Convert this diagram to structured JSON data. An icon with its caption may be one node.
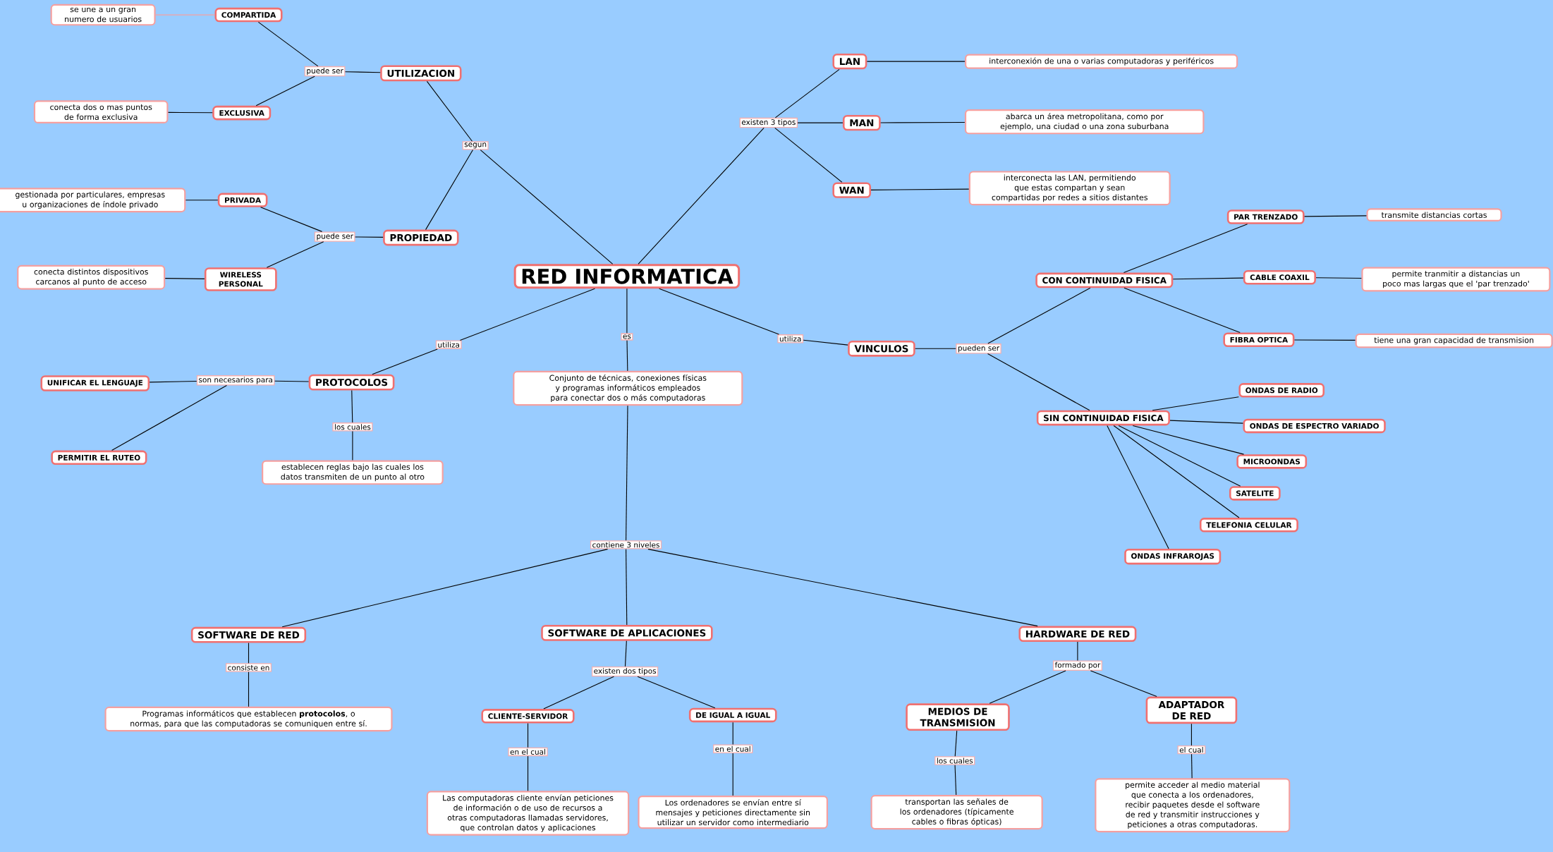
{
  "diagram": {
    "nodes": [
      {
        "text": [
          "RED INFORMATICA"
        ]
      },
      {
        "text": [
          "segun"
        ]
      },
      {
        "text": [
          "UTILIZACION"
        ]
      },
      {
        "text": [
          "puede ser"
        ]
      },
      {
        "text": [
          "COMPARTIDA"
        ]
      },
      {
        "text": [
          "se une a un gran numero de usuarios"
        ]
      },
      {
        "text": [
          "EXCLUSIVA"
        ]
      },
      {
        "text": [
          "conecta dos o mas puntos de forma exclusiva"
        ]
      },
      {
        "text": [
          "PROPIEDAD"
        ]
      },
      {
        "text": [
          "puede ser"
        ]
      },
      {
        "text": [
          "PRIVADA"
        ]
      },
      {
        "text": [
          "gestionada por particulares, empresas u organizaciones de índole privado"
        ]
      },
      {
        "text": [
          "WIRELESS PERSONAL"
        ]
      },
      {
        "text": [
          "conecta distintos dispositivos carcanos al punto de acceso"
        ]
      },
      {
        "text": [
          "utiliza"
        ]
      },
      {
        "text": [
          "PROTOCOLOS"
        ]
      },
      {
        "text": [
          "son necesarios para"
        ]
      },
      {
        "text": [
          "UNIFICAR EL LENGUAJE"
        ]
      },
      {
        "text": [
          "PERMITIR EL RUTEO"
        ]
      },
      {
        "text": [
          "los cuales"
        ]
      },
      {
        "text": [
          "establecen reglas bajo las cuales los datos transmiten de un punto al otro"
        ]
      },
      {
        "text": [
          "es"
        ]
      },
      {
        "text": [
          "Conjunto de técnicas, conexiones físicas y programas informáticos empleados para conectar dos o más computadoras"
        ]
      },
      {
        "text": [
          "existen 3 tipos"
        ]
      },
      {
        "text": [
          "LAN"
        ]
      },
      {
        "text": [
          "interconexión de una o varias computadoras y periféricos"
        ]
      },
      {
        "text": [
          "MAN"
        ]
      },
      {
        "text": [
          "abarca un área metropolitana, como por ejemplo, una ciudad o una zona suburbana"
        ]
      },
      {
        "text": [
          "WAN"
        ]
      },
      {
        "text": [
          "interconecta las LAN, permitiendo que estas compartan y sean compartidas por redes a sitios distantes"
        ]
      },
      {
        "text": [
          "utiliza"
        ]
      },
      {
        "text": [
          "VINCULOS"
        ]
      },
      {
        "text": [
          "pueden ser"
        ]
      },
      {
        "text": [
          "CON CONTINUIDAD FISICA"
        ]
      },
      {
        "text": [
          "PAR TRENZADO"
        ]
      },
      {
        "text": [
          "transmite distancias cortas"
        ]
      },
      {
        "text": [
          "CABLE COAXIL"
        ]
      },
      {
        "text": [
          "permite tranmitir a distancias un poco mas largas que el 'par trenzado'"
        ]
      },
      {
        "text": [
          "FIBRA OPTICA"
        ]
      },
      {
        "text": [
          "tiene una gran capacidad de transmision"
        ]
      },
      {
        "text": [
          "SIN CONTINUIDAD FISICA"
        ]
      },
      {
        "text": [
          "ONDAS DE RADIO"
        ]
      },
      {
        "text": [
          "ONDAS DE ESPECTRO VARIADO"
        ]
      },
      {
        "text": [
          "MICROONDAS"
        ]
      },
      {
        "text": [
          "SATELITE"
        ]
      },
      {
        "text": [
          "TELEFONIA CELULAR"
        ]
      },
      {
        "text": [
          "ONDAS INFRAROJAS"
        ]
      },
      {
        "text": [
          "contiene 3 niveles"
        ]
      },
      {
        "text": [
          "SOFTWARE DE RED"
        ]
      },
      {
        "text": [
          "consiste en"
        ]
      },
      {
        "text": [
          "Programas informáticos que establecen **protocolos**, o normas, para que las computadoras se comuniquen entre sí."
        ]
      },
      {
        "text": [
          "SOFTWARE DE APLICACIONES"
        ]
      },
      {
        "text": [
          "existen dos tipos"
        ]
      },
      {
        "text": [
          "CLIENTE-SERVIDOR"
        ]
      },
      {
        "text": [
          "en el cual"
        ]
      },
      {
        "text": [
          "Las computadoras cliente envían peticiones de información o de uso de recursos a otras computadoras llamadas servidores, que controlan datos y aplicaciones"
        ]
      },
      {
        "text": [
          "DE IGUAL A IGUAL"
        ]
      },
      {
        "text": [
          "en el cual"
        ]
      },
      {
        "text": [
          "Los ordenadores se envían entre sí mensajes y peticiones directamente sin utilizar un servidor como intermediario"
        ]
      },
      {
        "text": [
          "HARDWARE DE RED"
        ]
      },
      {
        "text": [
          "formado por"
        ]
      },
      {
        "text": [
          "MEDIOS DE TRANSMISION"
        ]
      },
      {
        "text": [
          "los cuales"
        ]
      },
      {
        "text": [
          "transportan las señales de los ordenadores (típicamente cables o fibras ópticas)"
        ]
      },
      {
        "text": [
          "ADAPTADOR DE RED"
        ]
      },
      {
        "text": [
          "el cual"
        ]
      },
      {
        "text": [
          "permite acceder al medio material que conecta a los ordenadores, recibir paquetes desde el software de red y transmitir instrucciones y peticiones a otras computadoras."
        ]
      }
    ],
    "edges": [
      {
        "from": 0,
        "to": 1,
        "arrow": "none"
      },
      {
        "from": 1,
        "to": 2,
        "arrow": "none"
      },
      {
        "from": 1,
        "to": 8,
        "arrow": "none"
      },
      {
        "from": 2,
        "to": 3,
        "arrow": "none"
      },
      {
        "from": 3,
        "to": 4,
        "arrow": "none"
      },
      {
        "from": 3,
        "to": 6,
        "arrow": "none"
      },
      {
        "from": 4,
        "to": 5,
        "arrow": "none",
        "color": "#f4a0a0"
      },
      {
        "from": 6,
        "to": 7,
        "arrow": "none"
      },
      {
        "from": 8,
        "to": 9,
        "arrow": "none"
      },
      {
        "from": 9,
        "to": 10,
        "arrow": "none"
      },
      {
        "from": 9,
        "to": 12,
        "arrow": "none"
      },
      {
        "from": 10,
        "to": 11,
        "arrow": "none"
      },
      {
        "from": 12,
        "to": 13,
        "arrow": "none"
      },
      {
        "from": 0,
        "to": 14,
        "arrow": "none"
      },
      {
        "from": 14,
        "to": 15,
        "arrow": "none"
      },
      {
        "from": 15,
        "to": 16,
        "arrow": "none"
      },
      {
        "from": 16,
        "to": 17,
        "arrow": "none"
      },
      {
        "from": 16,
        "to": 18,
        "arrow": "none"
      },
      {
        "from": 15,
        "to": 19,
        "arrow": "none"
      },
      {
        "from": 19,
        "to": 20,
        "arrow": "none"
      },
      {
        "from": 0,
        "to": 21,
        "arrow": "none"
      },
      {
        "from": 21,
        "to": 22,
        "arrow": "none"
      },
      {
        "from": 0,
        "to": 23,
        "arrow": "none"
      },
      {
        "from": 23,
        "to": 24,
        "arrow": "none"
      },
      {
        "from": 23,
        "to": 26,
        "arrow": "none"
      },
      {
        "from": 23,
        "to": 28,
        "arrow": "none"
      },
      {
        "from": 24,
        "to": 25,
        "arrow": "none"
      },
      {
        "from": 26,
        "to": 27,
        "arrow": "none"
      },
      {
        "from": 28,
        "to": 29,
        "arrow": "none"
      },
      {
        "from": 0,
        "to": 30,
        "arrow": "none"
      },
      {
        "from": 30,
        "to": 31,
        "arrow": "none"
      },
      {
        "from": 31,
        "to": 32,
        "arrow": "none"
      },
      {
        "from": 32,
        "to": 33,
        "arrow": "none"
      },
      {
        "from": 32,
        "to": 40,
        "arrow": "none"
      },
      {
        "from": 33,
        "to": 34,
        "arrow": "none"
      },
      {
        "from": 33,
        "to": 36,
        "arrow": "none"
      },
      {
        "from": 33,
        "to": 38,
        "arrow": "none"
      },
      {
        "from": 34,
        "to": 35,
        "arrow": "none"
      },
      {
        "from": 36,
        "to": 37,
        "arrow": "none"
      },
      {
        "from": 38,
        "to": 39,
        "arrow": "none"
      },
      {
        "from": 40,
        "to": 41,
        "arrow": "none"
      },
      {
        "from": 40,
        "to": 42,
        "arrow": "none"
      },
      {
        "from": 40,
        "to": 43,
        "arrow": "none"
      },
      {
        "from": 40,
        "to": 44,
        "arrow": "none"
      },
      {
        "from": 40,
        "to": 45,
        "arrow": "none"
      },
      {
        "from": 40,
        "to": 46,
        "arrow": "none"
      },
      {
        "from": 22,
        "to": 47,
        "arrow": "none"
      },
      {
        "from": 47,
        "to": 48,
        "arrow": "none"
      },
      {
        "from": 47,
        "to": 51,
        "arrow": "none"
      },
      {
        "from": 47,
        "to": 59,
        "arrow": "none"
      },
      {
        "from": 48,
        "to": 49,
        "arrow": "none"
      },
      {
        "from": 49,
        "to": 50,
        "arrow": "none"
      },
      {
        "from": 51,
        "to": 52,
        "arrow": "none"
      },
      {
        "from": 52,
        "to": 53,
        "arrow": "none"
      },
      {
        "from": 52,
        "to": 56,
        "arrow": "none"
      },
      {
        "from": 53,
        "to": 54,
        "arrow": "none"
      },
      {
        "from": 54,
        "to": 55,
        "arrow": "none"
      },
      {
        "from": 56,
        "to": 57,
        "arrow": "none"
      },
      {
        "from": 57,
        "to": 58,
        "arrow": "none"
      },
      {
        "from": 59,
        "to": 60,
        "arrow": "none"
      },
      {
        "from": 60,
        "to": 61,
        "arrow": "none"
      },
      {
        "from": 60,
        "to": 64,
        "arrow": "none"
      },
      {
        "from": 61,
        "to": 62,
        "arrow": "none"
      },
      {
        "from": 62,
        "to": 63,
        "arrow": "none"
      },
      {
        "from": 64,
        "to": 65,
        "arrow": "none"
      },
      {
        "from": 65,
        "to": 66,
        "arrow": "none"
      }
    ]
  }
}
